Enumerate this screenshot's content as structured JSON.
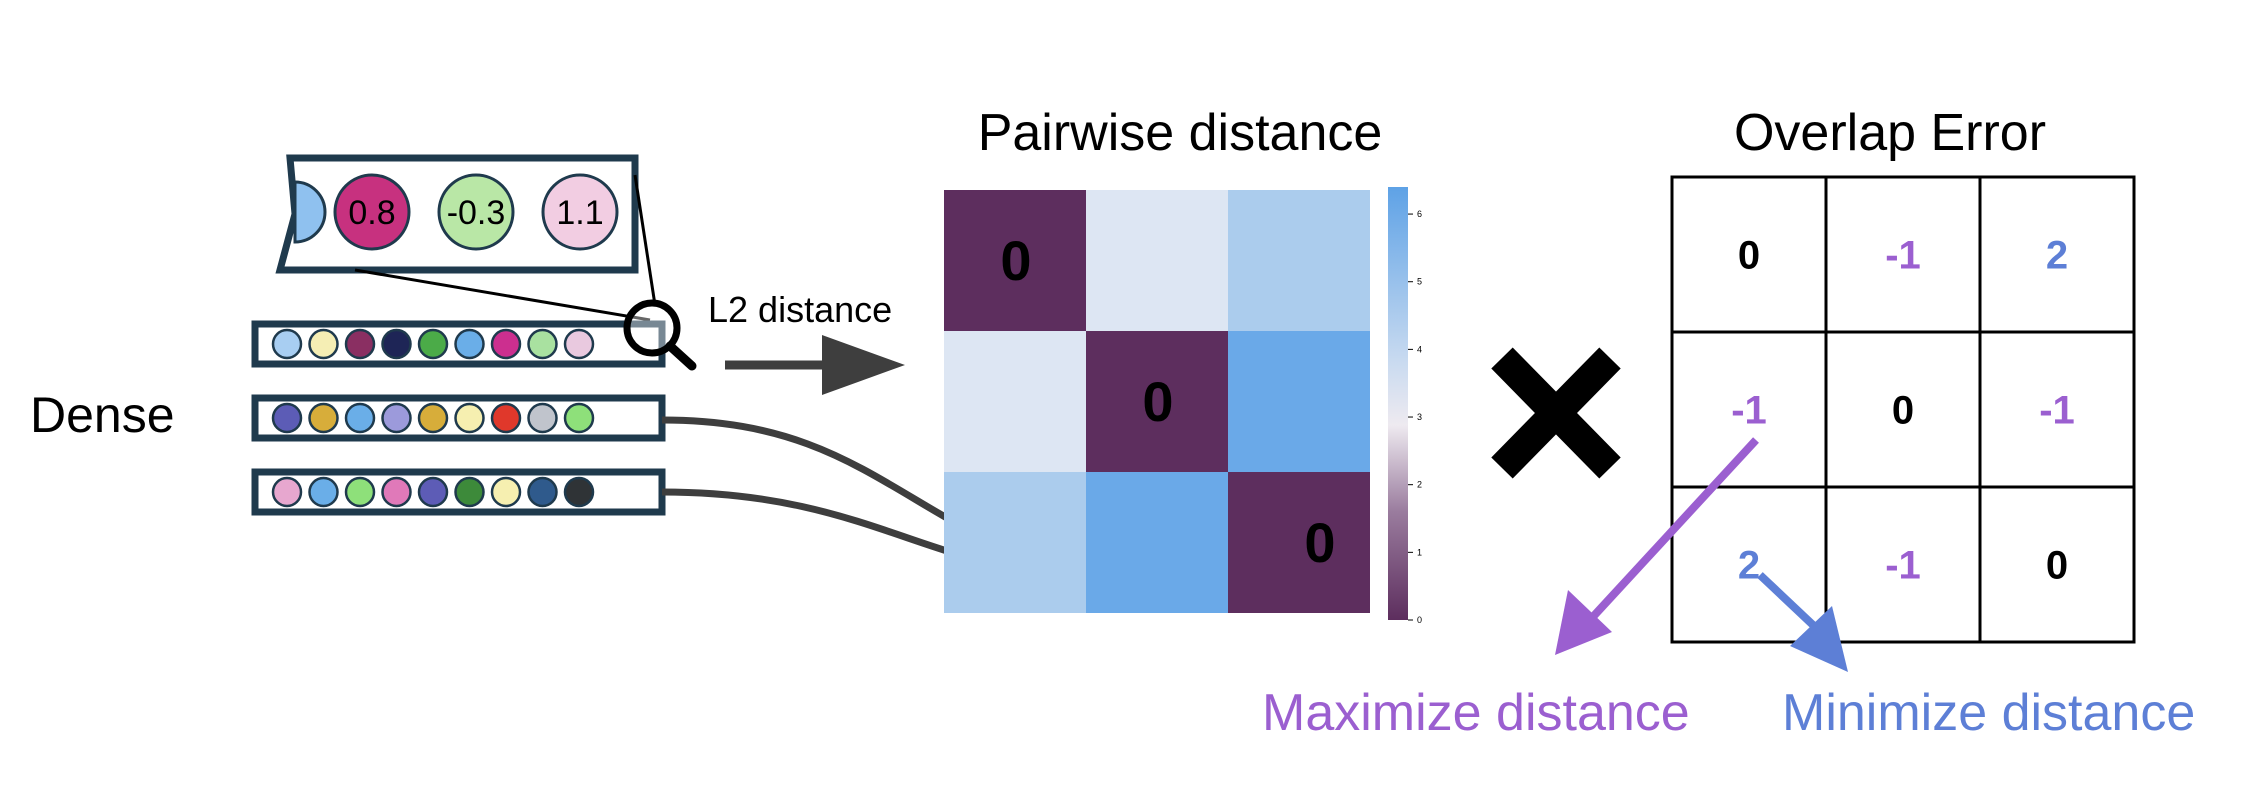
{
  "dense_label": "Dense",
  "zoom_values": [
    "0.8",
    "-0.3",
    "1.1"
  ],
  "l2_label": "L2 distance",
  "pairwise_title": "Pairwise distance",
  "overlap_title": "Overlap Error",
  "maximize_label": "Maximize distance",
  "minimize_label": "Minimize distance",
  "colors": {
    "dark_purple": "#5d2e5e",
    "very_light_blue": "#dde6f3",
    "light_blue": "#abcced",
    "medium_blue": "#6aa9e8",
    "maximize": "#9b5fd0",
    "minimize": "#5d7fd6",
    "arrow": "#3e3e3e",
    "vector_border": "#1f3a4d"
  },
  "vectors": [
    [
      "#a8cef2",
      "#f5eeb4",
      "#8a2f62",
      "#1e2556",
      "#4bab48",
      "#6aaee8",
      "#cc2f8f",
      "#a9e1a0",
      "#e9c9df"
    ],
    [
      "#5c5cb6",
      "#d7ad3a",
      "#6aaee8",
      "#9c9adb",
      "#d7ad3a",
      "#f6efb0",
      "#e0382b",
      "#c0c4cc",
      "#8ee07a"
    ],
    [
      "#e7a7cf",
      "#6aaee8",
      "#8ee07a",
      "#e079b9",
      "#5d5cb6",
      "#3d8a3a",
      "#f6efb0",
      "#2f5a8c",
      "#2f3336"
    ]
  ],
  "zoom_colors": [
    "#c7317f",
    "#b9e7a6",
    "#f2cde2"
  ],
  "heatmap": {
    "colorbar": {
      "ticks": [
        "0",
        "1",
        "2",
        "3",
        "4",
        "5",
        "6"
      ]
    },
    "cells": [
      {
        "color_key": "dark_purple",
        "label": "0"
      },
      {
        "color_key": "very_light_blue",
        "label": ""
      },
      {
        "color_key": "light_blue",
        "label": ""
      },
      {
        "color_key": "very_light_blue",
        "label": ""
      },
      {
        "color_key": "dark_purple",
        "label": "0"
      },
      {
        "color_key": "medium_blue",
        "label": ""
      },
      {
        "color_key": "light_blue",
        "label": ""
      },
      {
        "color_key": "medium_blue",
        "label": ""
      },
      {
        "color_key": "dark_purple",
        "label": "0"
      }
    ]
  },
  "overlap_grid": [
    [
      {
        "value": "0",
        "color": "#000000"
      },
      {
        "value": "-1",
        "color": "#9b5fd0"
      },
      {
        "value": "2",
        "color": "#5d7fd6"
      }
    ],
    [
      {
        "value": "-1",
        "color": "#9b5fd0"
      },
      {
        "value": "0",
        "color": "#000000"
      },
      {
        "value": "-1",
        "color": "#9b5fd0"
      }
    ],
    [
      {
        "value": "2",
        "color": "#5d7fd6"
      },
      {
        "value": "-1",
        "color": "#9b5fd0"
      },
      {
        "value": "0",
        "color": "#000000"
      }
    ]
  ]
}
